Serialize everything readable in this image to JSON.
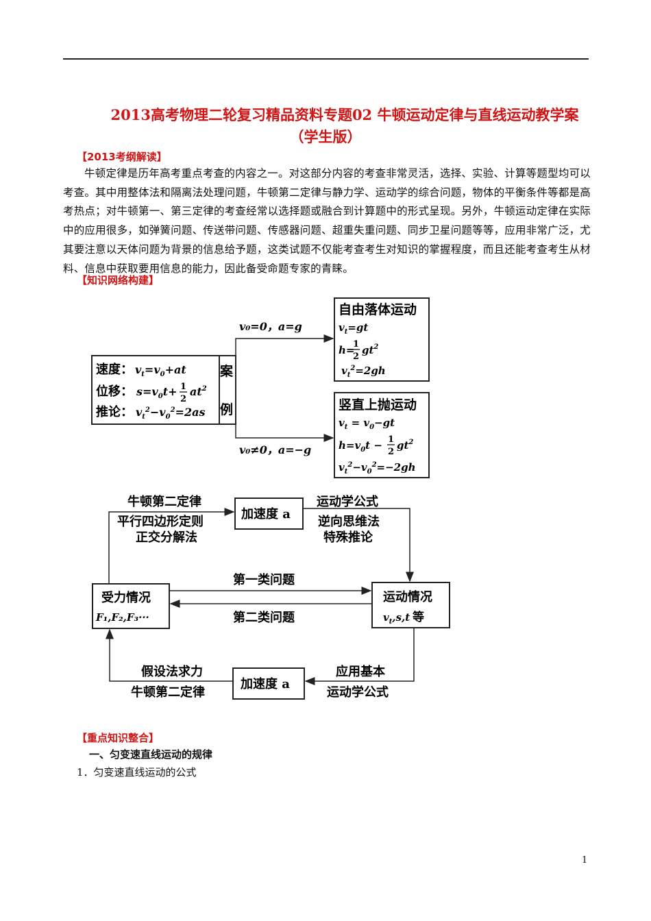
{
  "header": {
    "title_line1": "2013高考物理二轮复习精品资料专题02  牛顿运动定律与直线运动教学案",
    "title_line2": "（学生版）"
  },
  "section1": {
    "label": "【2013考纲解读】",
    "text": "牛顿定律是历年高考重点考查的内容之一。对这部分内容的考查非常灵活，选择、实验、计算等题型均可以考查。其中用整体法和隔离法处理问题，牛顿第二定律与静力学、运动学的综合问题，物体的平衡条件等都是高考热点；对牛顿第一、第三定律的考查经常以选择题或融合到计算题中的形式呈现。另外，牛顿运动定律在实际中的应用很多，如弹簧问题、传送带问题、传感器问题、超重失重问题、同步卫星问题等等，应用非常广泛，尤其要注意以天体问题为背景的信息给予题，这类试题不仅能考查考生对知识的掌握程度，而且还能考查考生从材料、信息中获取要用信息的能力，因此备受命题专家的青睐。"
  },
  "section2": {
    "label": "【知识网络构建】"
  },
  "diagram1": {
    "left_box": {
      "row1_label": "速度：",
      "row2_label": "位移：",
      "row3_label": "推论："
    },
    "case_label": "案",
    "example_label": "例",
    "upper_branch": "v₀=0，a=g",
    "lower_branch": "v₀≠0，a=−g",
    "box_top": {
      "title": "自由落体运动"
    },
    "box_bottom": {
      "title": "竖直上抛运动"
    }
  },
  "diagram2": {
    "force_box": {
      "title": "受力情况",
      "sub": "F₁,F₂,F₃···"
    },
    "motion_box": {
      "title": "运动情况",
      "sub_suffix": "等"
    },
    "accel_top": "加速度 a",
    "accel_bottom": "加速度 a",
    "top_left_labels": [
      "牛顿第二定律",
      "平行四边形定则",
      "正交分解法"
    ],
    "top_right_labels": [
      "运动学公式",
      "逆向思维法",
      "特殊推论"
    ],
    "middle_top": "第一类问题",
    "middle_bottom": "第二类问题",
    "bottom_left_labels": [
      "假设法求力",
      "牛顿第二定律"
    ],
    "bottom_right_labels": [
      "应用基本",
      "运动学公式"
    ]
  },
  "section3": {
    "label": "【重点知识整合】",
    "heading": "一、匀变速直线运动的规律",
    "subheading": "1．匀变速直线运动的公式"
  },
  "footer": {
    "page_number": "1"
  }
}
